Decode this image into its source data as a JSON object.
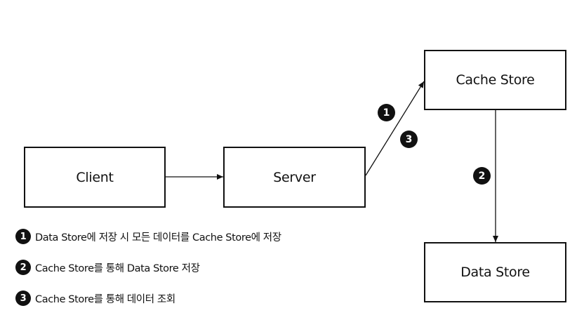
{
  "nodes": {
    "client": "Client",
    "server": "Server",
    "cache_store": "Cache Store",
    "data_store": "Data Store"
  },
  "step_badges": {
    "one": "1",
    "two": "2",
    "three": "3"
  },
  "legend": [
    {
      "number": "1",
      "text": "Data Store에 저장 시 모든 데이터를 Cache Store에 저장"
    },
    {
      "number": "2",
      "text": "Cache Store를 통해 Data Store 저장"
    },
    {
      "number": "3",
      "text": "Cache Store를 통해 데이터 조회"
    }
  ],
  "colors": {
    "stroke": "#111111",
    "background": "#ffffff",
    "badge_fill": "#111111",
    "badge_text": "#ffffff"
  }
}
